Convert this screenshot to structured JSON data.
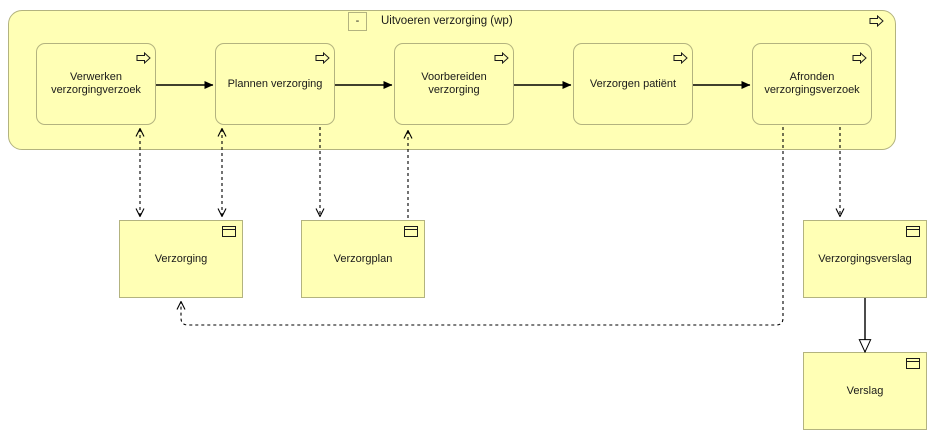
{
  "diagram": {
    "title": "Uitvoeren verzorging (wp)",
    "collapse_toggle": "-",
    "colors": {
      "fill": "#ffffb5",
      "stroke": "#b3b37f",
      "line": "#000000",
      "text": "#1a1a1a"
    }
  },
  "group": {
    "name": "Uitvoeren verzorging (wp)",
    "icon": "process-arrow-icon",
    "collapse_label": "-"
  },
  "processes": [
    {
      "id": "verwerken",
      "label": "Verwerken\nverzorgingverzoek",
      "icon": "process-arrow-icon"
    },
    {
      "id": "plannen",
      "label": "Plannen verzorging",
      "icon": "process-arrow-icon"
    },
    {
      "id": "voorbereiden",
      "label": "Voorbereiden\nverzorging",
      "icon": "process-arrow-icon"
    },
    {
      "id": "verzorgen",
      "label": "Verzorgen patiënt",
      "icon": "process-arrow-icon"
    },
    {
      "id": "afronden",
      "label": "Afronden\nverzorgingsverzoek",
      "icon": "process-arrow-icon"
    }
  ],
  "data_objects": [
    {
      "id": "verzorging",
      "label": "Verzorging",
      "icon": "data-object-icon"
    },
    {
      "id": "verzorgplan",
      "label": "Verzorgplan",
      "icon": "data-object-icon"
    },
    {
      "id": "verzorgingsverslag",
      "label": "Verzorgingsverslag",
      "icon": "data-object-icon"
    },
    {
      "id": "verslag",
      "label": "Verslag",
      "icon": "data-object-icon"
    }
  ],
  "connections": [
    {
      "from": "verwerken",
      "to": "plannen",
      "type": "trigger",
      "style": "solid"
    },
    {
      "from": "plannen",
      "to": "voorbereiden",
      "type": "trigger",
      "style": "solid"
    },
    {
      "from": "voorbereiden",
      "to": "verzorgen",
      "type": "trigger",
      "style": "solid"
    },
    {
      "from": "verzorgen",
      "to": "afronden",
      "type": "trigger",
      "style": "solid"
    },
    {
      "from": "verwerken",
      "to": "verzorging",
      "type": "access-rw",
      "style": "dashed"
    },
    {
      "from": "plannen",
      "to": "verzorging",
      "type": "access-rw",
      "style": "dashed"
    },
    {
      "from": "plannen",
      "to": "verzorgplan",
      "type": "access-write",
      "style": "dashed"
    },
    {
      "from": "verzorgplan",
      "to": "voorbereiden",
      "type": "access-read",
      "style": "dashed"
    },
    {
      "from": "afronden",
      "to": "verzorging",
      "type": "access-read",
      "style": "dashed"
    },
    {
      "from": "afronden",
      "to": "verzorgingsverslag",
      "type": "access-write",
      "style": "dashed"
    },
    {
      "from": "verzorgingsverslag",
      "to": "verslag",
      "type": "specialization",
      "style": "solid"
    }
  ]
}
